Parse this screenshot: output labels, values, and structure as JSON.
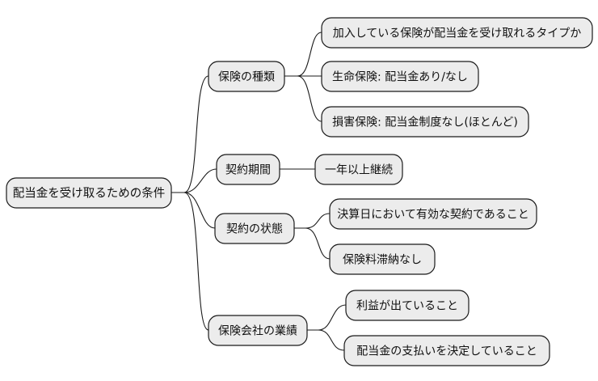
{
  "diagram": {
    "type": "mindmap",
    "orientation": "left-to-right",
    "background_color": "#ffffff",
    "node_fill_color": "#ececec",
    "node_border_color": "#1a1a1a",
    "edge_color": "#1a1a1a",
    "text_color": "#101010",
    "root": {
      "id": "root",
      "label": "配当金を受け取るための条件"
    },
    "branches": [
      {
        "id": "branch-insurance-type",
        "label": "保険の種類",
        "children": [
          {
            "id": "leaf-type-eligible",
            "label": "加入している保険が配当金を受け取れるタイプか"
          },
          {
            "id": "leaf-life-insurance",
            "label": "生命保険: 配当金あり/なし"
          },
          {
            "id": "leaf-nonlife-insurance",
            "label": "損害保険: 配当金制度なし(ほとんど)"
          }
        ]
      },
      {
        "id": "branch-contract-period",
        "label": "契約期間",
        "children": [
          {
            "id": "leaf-one-year",
            "label": "一年以上継続"
          }
        ]
      },
      {
        "id": "branch-contract-status",
        "label": "契約の状態",
        "children": [
          {
            "id": "leaf-valid-at-settlement",
            "label": "決算日において有効な契約であること"
          },
          {
            "id": "leaf-no-premium-arrears",
            "label": "保険料滞納なし"
          }
        ]
      },
      {
        "id": "branch-company-performance",
        "label": "保険会社の業績",
        "children": [
          {
            "id": "leaf-profit",
            "label": "利益が出ていること"
          },
          {
            "id": "leaf-dividend-decision",
            "label": "配当金の支払いを決定していること"
          }
        ]
      }
    ]
  }
}
